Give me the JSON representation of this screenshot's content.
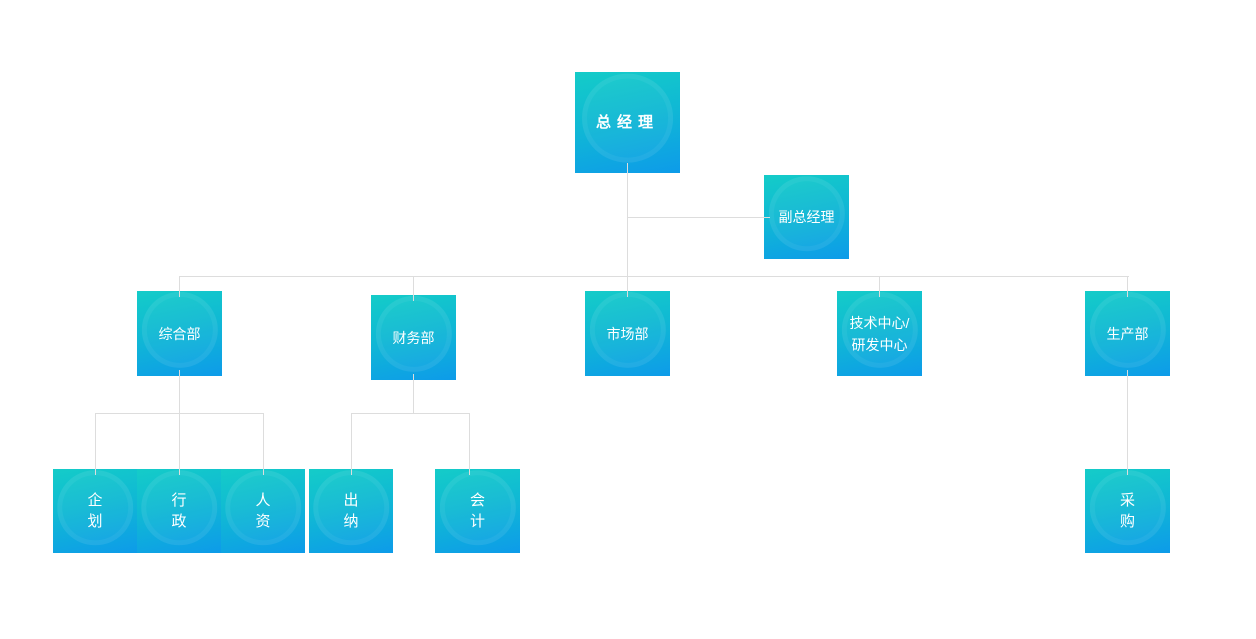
{
  "diagram": {
    "type": "org-chart",
    "colors": {
      "box_gradient_top": "#14ccc8",
      "box_gradient_bottom": "#0d9be9",
      "connector_line": "#dddddd",
      "label_text": "#ffffff",
      "background": "#ffffff"
    },
    "nodes": {
      "general_manager": {
        "label": "总经理",
        "reports_to": null
      },
      "deputy_general_manager": {
        "label": "副总经理",
        "reports_to": "general_manager"
      },
      "general_department": {
        "label": "综合部",
        "reports_to": "general_manager"
      },
      "finance_department": {
        "label": "财务部",
        "reports_to": "general_manager"
      },
      "marketing_department": {
        "label": "市场部",
        "reports_to": "general_manager"
      },
      "tech_rd_center": {
        "label": "技术中心/\n研发中心",
        "reports_to": "general_manager"
      },
      "production_department": {
        "label": "生产部",
        "reports_to": "general_manager"
      },
      "planning": {
        "label": "企\n划",
        "reports_to": "general_department"
      },
      "administration": {
        "label": "行\n政",
        "reports_to": "general_department"
      },
      "human_resources": {
        "label": "人\n资",
        "reports_to": "general_department"
      },
      "cashier": {
        "label": "出\n纳",
        "reports_to": "finance_department"
      },
      "accounting": {
        "label": "会\n计",
        "reports_to": "finance_department"
      },
      "procurement": {
        "label": "采\n购",
        "reports_to": "production_department"
      }
    }
  }
}
